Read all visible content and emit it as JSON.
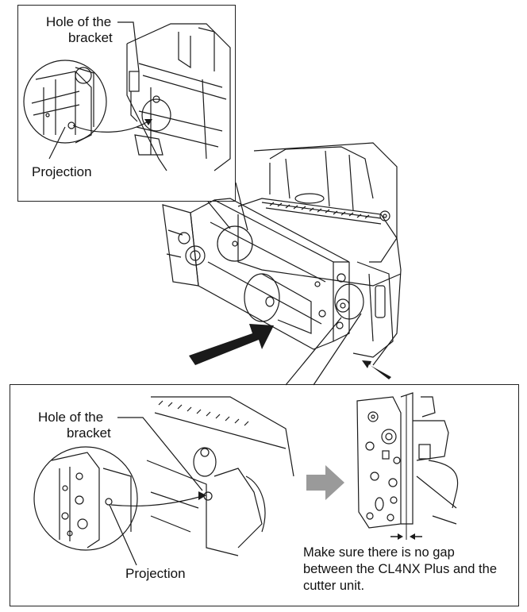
{
  "top_panel": {
    "hole_label_line1": "Hole of the",
    "hole_label_line2": "bracket",
    "projection_label": "Projection"
  },
  "bottom_panel": {
    "hole_label_line1": "Hole of the",
    "hole_label_line2": "bracket",
    "projection_label": "Projection",
    "note_line1": "Make sure there is no gap",
    "note_line2": "between the CL4NX Plus and the",
    "note_line3": "cutter unit."
  },
  "icons": [
    "push-arrow-icon",
    "gap-arrows-icon",
    "right-arrow-icon"
  ],
  "colors": {
    "line": "#1a1a1a",
    "arrow": "#1a1a1a",
    "gray_arrow": "#9a9a9a"
  }
}
